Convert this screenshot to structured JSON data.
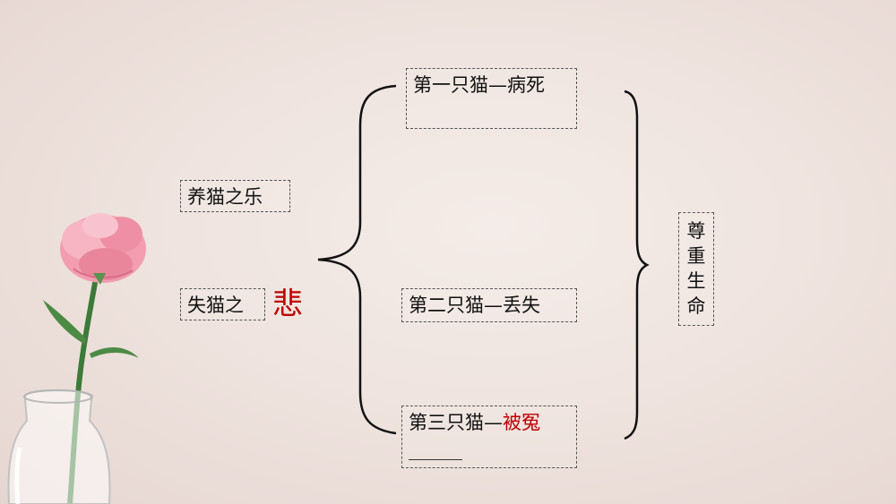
{
  "diagram": {
    "left_items": {
      "joy": "养猫之乐",
      "loss_prefix": "失猫之",
      "loss_emphasis": "悲"
    },
    "cats": {
      "cat1": "第一只猫—病死",
      "cat2": "第二只猫—丢失",
      "cat3_prefix": "第三只猫—",
      "cat3_emphasis": "被冤"
    },
    "conclusion": [
      "尊",
      "重",
      "生",
      "命"
    ]
  },
  "colors": {
    "emphasis": "#c00000",
    "text": "#111111"
  },
  "icons": [
    "carnation-flower-icon",
    "glass-vase-icon"
  ]
}
